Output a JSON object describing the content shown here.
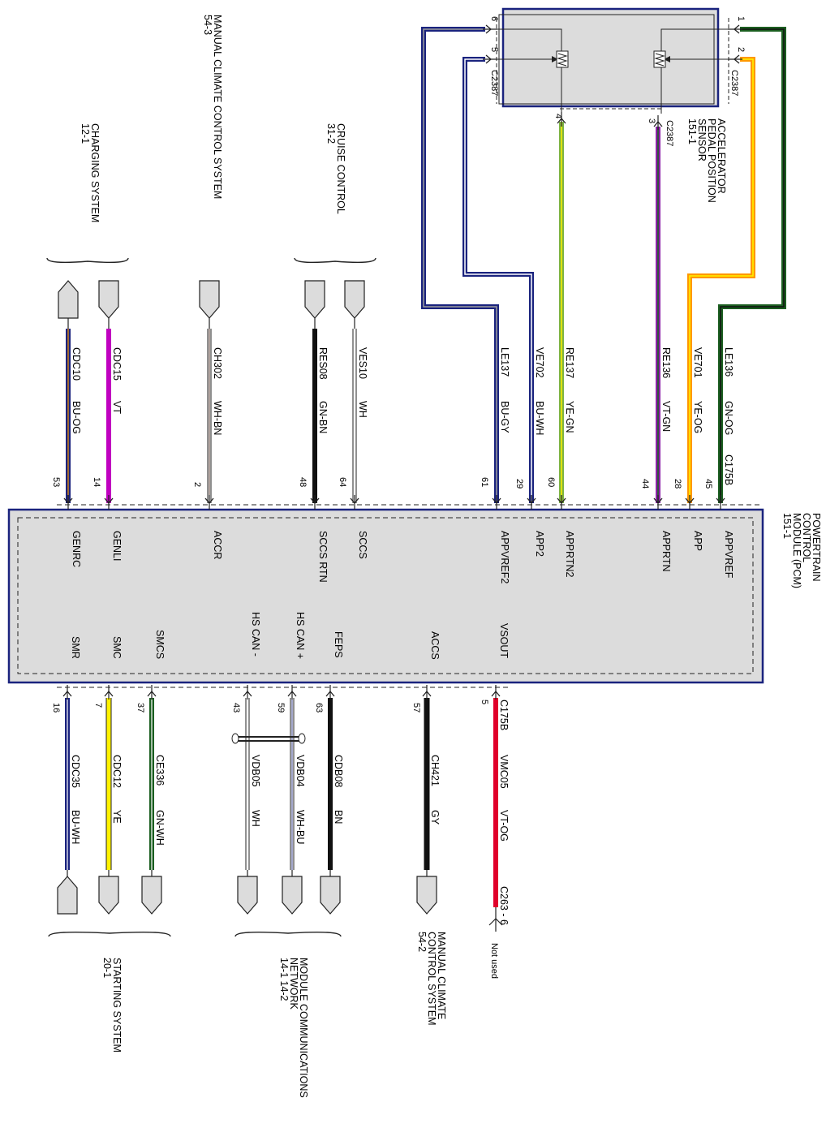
{
  "pcm": {
    "title_lines": [
      "POWERTRAIN",
      "CONTROL",
      "MODULE (PCM)",
      "151-1"
    ],
    "top_connector": "C175B",
    "bottom_connector": "C175B"
  },
  "apps": {
    "title_lines": [
      "ACCELERATOR",
      "PEDAL POSITION",
      "SENSOR",
      "151-1"
    ],
    "connector": "C2387"
  },
  "wire_colors": {
    "BU": "#1a237e",
    "GY": "#9e9e9e",
    "WH": "#ffffff",
    "YE": "#fff200",
    "GN": "#1b5e20",
    "VT": "#8e24aa",
    "OG": "#ff9800",
    "BN": "#111111",
    "VT_MAGENTA": "#c000c0",
    "RD_VT_OG": "#e0002a"
  },
  "top_wires": [
    {
      "key": "lebig",
      "pin": "61",
      "circuit": "LE137",
      "color": "BU-GY",
      "pcm_label": "APPVREF2",
      "sensor_pin": "6"
    },
    {
      "key": "ve702",
      "pin": "29",
      "circuit": "VE702",
      "color": "BU-WH",
      "pcm_label": "APP2",
      "sensor_pin": "5"
    },
    {
      "key": "re137",
      "pin": "60",
      "circuit": "RE137",
      "color": "YE-GN",
      "pcm_label": "APPRTN2",
      "sensor_pin": "4"
    },
    {
      "key": "re136",
      "pin": "44",
      "circuit": "RE136",
      "color": "VT-GN",
      "pcm_label": "APPRTN",
      "sensor_pin": "3"
    },
    {
      "key": "ve701",
      "pin": "28",
      "circuit": "VE701",
      "color": "YE-OG",
      "pcm_label": "APP",
      "sensor_pin": "2"
    },
    {
      "key": "le136",
      "pin": "45",
      "circuit": "LE136",
      "color": "GN-OG",
      "pcm_label": "APPVREF",
      "sensor_pin": "1"
    }
  ],
  "top_left_wires": [
    {
      "key": "cdc10",
      "pin": "53",
      "circuit": "CDC10",
      "color": "BU-OG",
      "pcm_label": "GENRC"
    },
    {
      "key": "cdc15",
      "pin": "14",
      "circuit": "CDC15",
      "color": "VT",
      "pcm_label": "GENLI"
    },
    {
      "key": "ch302",
      "pin": "2",
      "circuit": "CH302",
      "color": "WH-BN",
      "pcm_label": "ACCR"
    },
    {
      "key": "res08",
      "pin": "48",
      "circuit": "RES08",
      "color": "GN-BN",
      "pcm_label": "SCCS RTN"
    },
    {
      "key": "ves10",
      "pin": "64",
      "circuit": "VES10",
      "color": "WH",
      "pcm_label": "SCCS"
    }
  ],
  "bottom_wires": [
    {
      "key": "cdc35",
      "pin": "16",
      "circuit": "CDC35",
      "color": "BU-WH",
      "pcm_label": "SMR"
    },
    {
      "key": "cdc12",
      "pin": "7",
      "circuit": "CDC12",
      "color": "YE",
      "pcm_label": "SMC"
    },
    {
      "key": "ce336",
      "pin": "37",
      "circuit": "CE336",
      "color": "GN-WH",
      "pcm_label": "SMCS"
    },
    {
      "key": "vdb05",
      "pin": "43",
      "circuit": "VDB05",
      "color": "WH",
      "pcm_label": "HS CAN -"
    },
    {
      "key": "vdb04",
      "pin": "59",
      "circuit": "VDB04",
      "color": "WH-BU",
      "pcm_label": "HS CAN +"
    },
    {
      "key": "cdb08",
      "pin": "63",
      "circuit": "CDB08",
      "color": "BN",
      "pcm_label": "FEPS"
    },
    {
      "key": "ch421",
      "pin": "57",
      "circuit": "CH421",
      "color": "GY",
      "pcm_label": "ACCS"
    },
    {
      "key": "vmc05",
      "pin": "5",
      "circuit": "VMC05",
      "color": "VT-OG",
      "pcm_label": "VSOUT"
    }
  ],
  "refs": {
    "charging": [
      "CHARGING SYSTEM",
      "12-1"
    ],
    "climate_top": [
      "MANUAL CLIMATE CONTROL SYSTEM",
      "54-3"
    ],
    "cruise": [
      "CRUISE CONTROL",
      "31-2"
    ],
    "starting": [
      "STARTING SYSTEM",
      "20-1"
    ],
    "network": [
      "MODULE COMMUNICATIONS",
      "NETWORK",
      "14-1     14-2"
    ],
    "climate_bottom": [
      "MANUAL CLIMATE",
      "CONTROL SYSTEM",
      "54-2"
    ],
    "c263": "C263 - 6",
    "not_used": "Not used"
  }
}
